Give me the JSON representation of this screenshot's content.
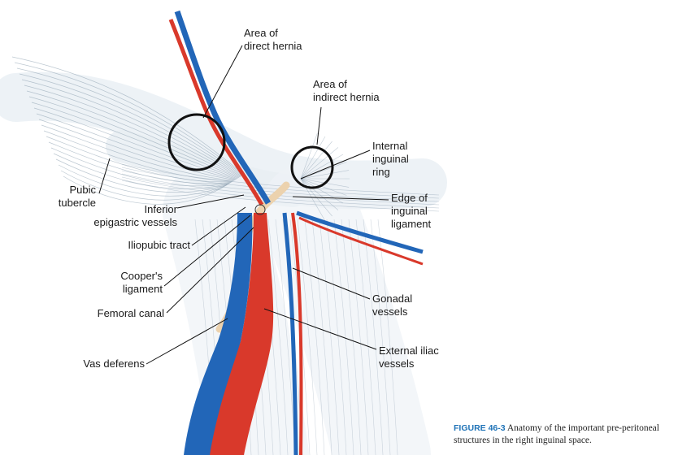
{
  "diagram": {
    "labels": {
      "direct_hernia": "Area of\ndirect hernia",
      "indirect_hernia": "Area of\nindirect hernia",
      "internal_ring": "Internal\ninguinal\nring",
      "pubic_tubercle": "Pubic\ntubercle",
      "inferior_epigastric": "Inferior\nepigastric vessels",
      "edge_ligament": "Edge of\ninguinal\nligament",
      "iliopubic_tract": "Iliopubic tract",
      "coopers_ligament": "Cooper's\nligament",
      "femoral_canal": "Femoral canal",
      "gonadal_vessels": "Gonadal\nvessels",
      "vas_deferens": "Vas deferens",
      "external_iliac": "External iliac\nvessels"
    },
    "colors": {
      "artery": "#d9392b",
      "vein": "#2266b8",
      "vas": "#ecd2ae",
      "fascia": "#7d93a6",
      "caption_accent": "#1f73b7"
    }
  },
  "caption": {
    "label": "FIGURE 46-3",
    "text": " Anatomy of the important pre-peritoneal structures in the right inguinal space."
  }
}
